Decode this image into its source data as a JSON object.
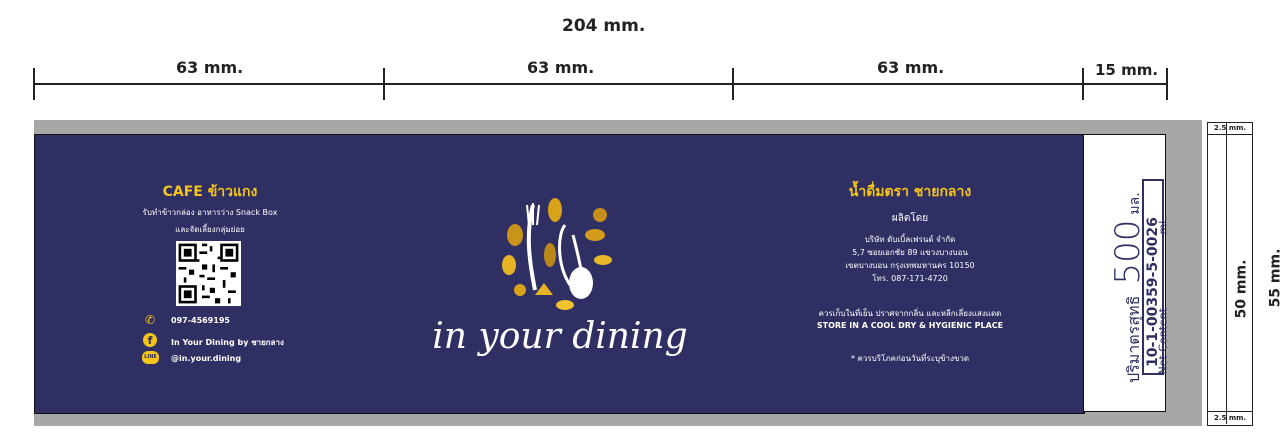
{
  "dimensions": {
    "total": "204 mm.",
    "seg1": "63 mm.",
    "seg2": "63 mm.",
    "seg3": "63 mm.",
    "seg4": "15 mm.",
    "side_top": "2.5 mm.",
    "side_bottom": "2.5 mm.",
    "height_inner": "50 mm.",
    "height_outer": "55 mm."
  },
  "left": {
    "title": "CAFE ข้าวแกง",
    "line1": "รับทำข้าวกล่อง อาหารว่าง Snack Box",
    "line2": "และจัดเลี้ยงกลุ่มย่อย",
    "phone": "097-4569195",
    "facebook": "In Your Dining by ชายกลาง",
    "line_id": "@in.your.dining",
    "line_badge": "LINE"
  },
  "center": {
    "brand": "in your dining"
  },
  "right": {
    "title": "น้ำดื่มตรา ชายกลาง",
    "producer_label": "ผลิตโดย",
    "company": "บริษัท ดับเบิ้ลเฟรนด์ จำกัด",
    "address1": "5,7 ซอยเอกชัย 89 แขวงบางบอน",
    "address2": "เขตบางบอน กรุงเทพมหานคร 10150",
    "tel": "โทร. 087-171-4720",
    "storage_th": "ควรเก็บในที่เย็น ปราศจากกลิ่น และหลีกเลี่ยงแสงแดด",
    "storage_en": "STORE IN A COOL DRY & HYGIENIC PLACE",
    "bottle_note": "* ควรบริโภคก่อนวันที่ระบุข้างขวด"
  },
  "panel": {
    "content_th": "ปริมาตรสุทธิ",
    "content_en": "Net Content",
    "volume": "500",
    "unit_th": "มล.",
    "unit_en": "ml.",
    "reg_no": "10-1-00359-5-0026"
  },
  "colors": {
    "navy": "#2f2f63",
    "gold": "#f5c518",
    "gray": "#a7a7a7"
  }
}
